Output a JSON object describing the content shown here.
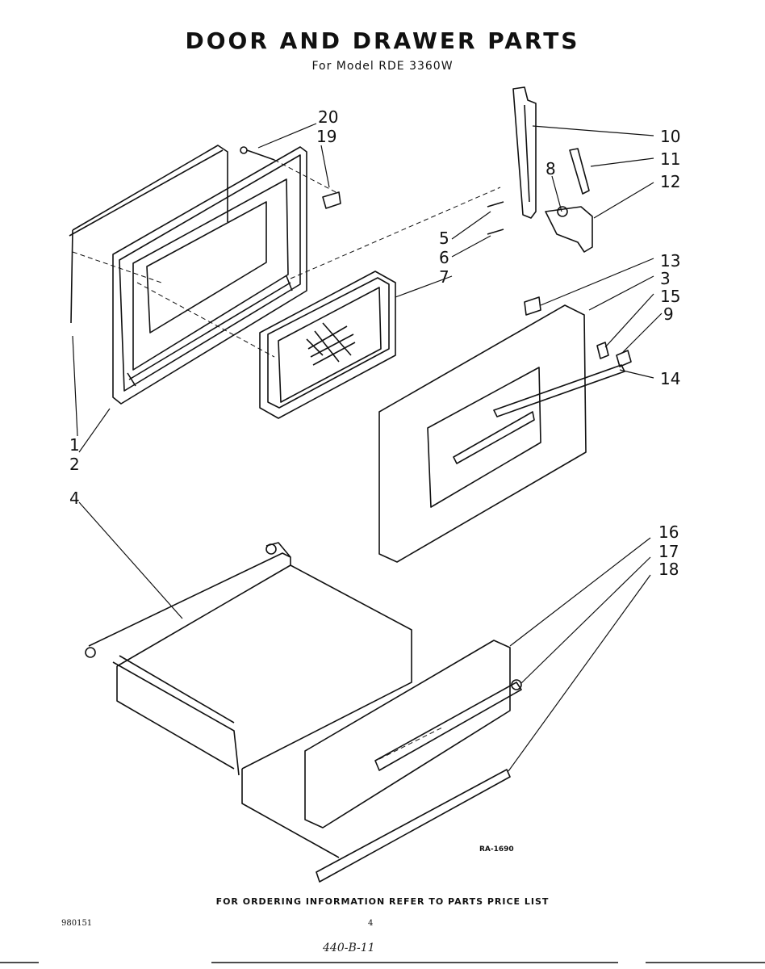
{
  "header": {
    "title": "DOOR AND DRAWER PARTS",
    "subtitle": "For Model RDE 3360W"
  },
  "callouts": [
    "1",
    "2",
    "3",
    "4",
    "5",
    "6",
    "7",
    "8",
    "9",
    "10",
    "11",
    "12",
    "13",
    "14",
    "15",
    "16",
    "17",
    "18",
    "19",
    "20"
  ],
  "figure_ref": "RA-1690",
  "footer": {
    "notice": "FOR ORDERING INFORMATION REFER TO PARTS PRICE LIST",
    "doc_code": "980151",
    "page_number": "4",
    "handwritten": "440-B-11"
  }
}
